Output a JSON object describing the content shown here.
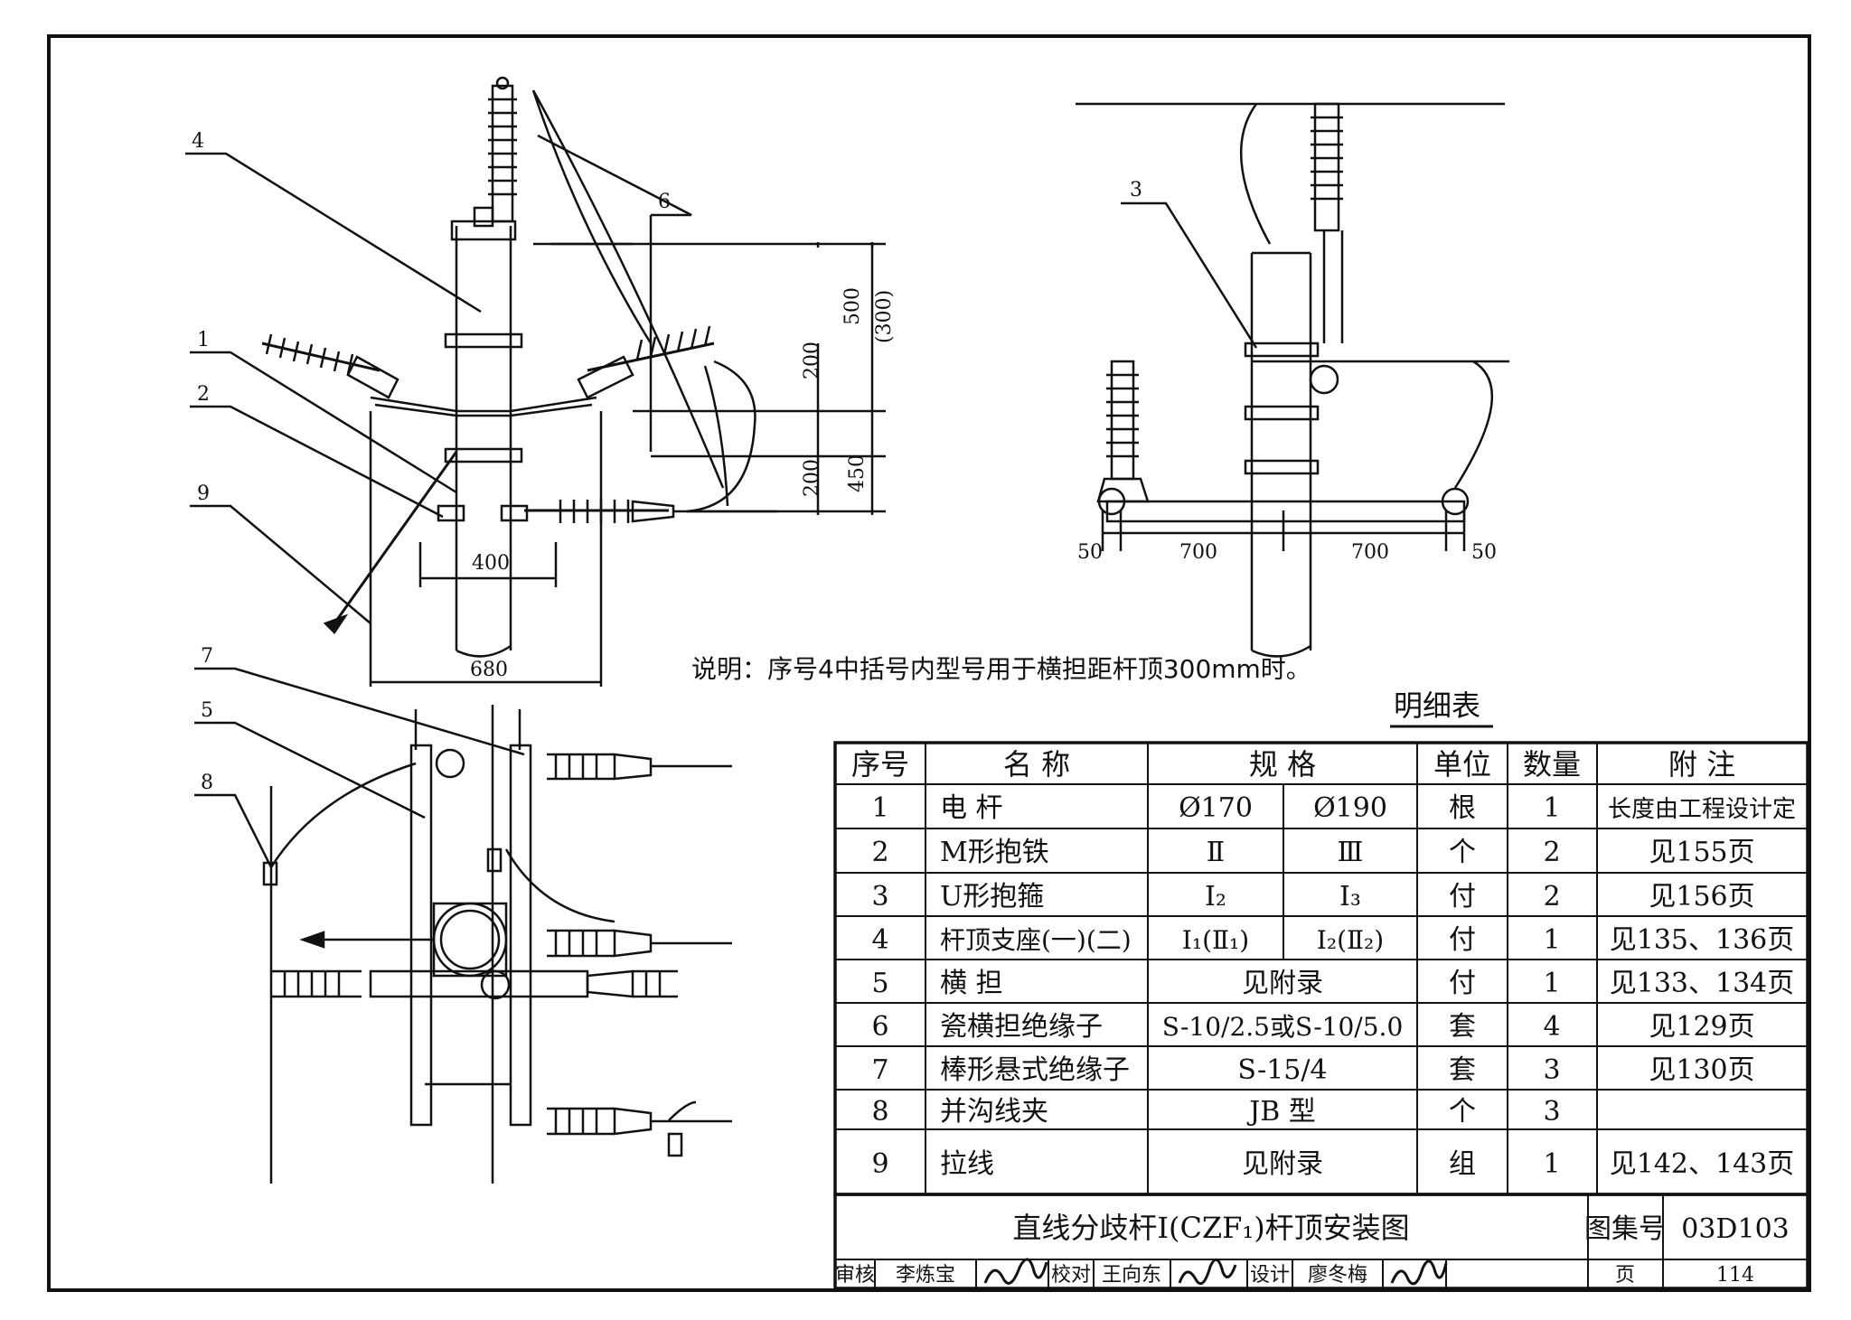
{
  "note_text": "说明：序号4中括号内型号用于横担距杆顶300mm时。",
  "table_caption": "明细表",
  "callouts": {
    "c1": "1",
    "c2": "2",
    "c3": "3",
    "c4": "4",
    "c5": "5",
    "c6": "6",
    "c7": "7",
    "c8": "8",
    "c9": "9"
  },
  "dimensions": {
    "d500": "500",
    "d300": "(300)",
    "d200a": "200",
    "d200b": "200",
    "d450": "450",
    "d400": "400",
    "d680": "680",
    "d50a": "50",
    "d700a": "700",
    "d700b": "700",
    "d50b": "50"
  },
  "table": {
    "headers": {
      "no": "序号",
      "name": "名 称",
      "spec": "规 格",
      "unit": "单位",
      "qty": "数量",
      "remark": "附 注"
    },
    "rows": [
      {
        "no": "1",
        "name": "电 杆",
        "spec_a": "Ø170",
        "spec_b": "Ø190",
        "unit": "根",
        "qty": "1",
        "remark": "长度由工程设计定"
      },
      {
        "no": "2",
        "name": "M形抱铁",
        "spec_a": "Ⅱ",
        "spec_b": "Ⅲ",
        "unit": "个",
        "qty": "2",
        "remark": "见155页"
      },
      {
        "no": "3",
        "name": "U形抱箍",
        "spec_a": "I₂",
        "spec_b": "I₃",
        "unit": "付",
        "qty": "2",
        "remark": "见156页"
      },
      {
        "no": "4",
        "name": "杆顶支座(一)(二)",
        "spec_a": "I₁(Ⅱ₁)",
        "spec_b": "I₂(Ⅱ₂)",
        "unit": "付",
        "qty": "1",
        "remark": "见135、136页"
      },
      {
        "no": "5",
        "name": "横 担",
        "spec": "见附录",
        "unit": "付",
        "qty": "1",
        "remark": "见133、134页"
      },
      {
        "no": "6",
        "name": "瓷横担绝缘子",
        "spec": "S-10/2.5或S-10/5.0",
        "unit": "套",
        "qty": "4",
        "remark": "见129页"
      },
      {
        "no": "7",
        "name": "棒形悬式绝缘子",
        "spec": "S-15/4",
        "unit": "套",
        "qty": "3",
        "remark": "见130页"
      },
      {
        "no": "8",
        "name": "并沟线夹",
        "spec": "JB 型",
        "unit": "个",
        "qty": "3",
        "remark": ""
      },
      {
        "no": "9",
        "name": "拉线",
        "spec": "见附录",
        "unit": "组",
        "qty": "1",
        "remark": "见142、143页"
      }
    ]
  },
  "title_block": {
    "title": "直线分歧杆Ⅰ(CZF₁)杆顶安装图",
    "atlas_label": "图集号",
    "atlas_no": "03D103",
    "review_label": "审核",
    "review_name": "李炼宝",
    "check_label": "校对",
    "check_name": "王向东",
    "design_label": "设计",
    "design_name": "廖冬梅",
    "page_label": "页",
    "page_no": "114"
  }
}
